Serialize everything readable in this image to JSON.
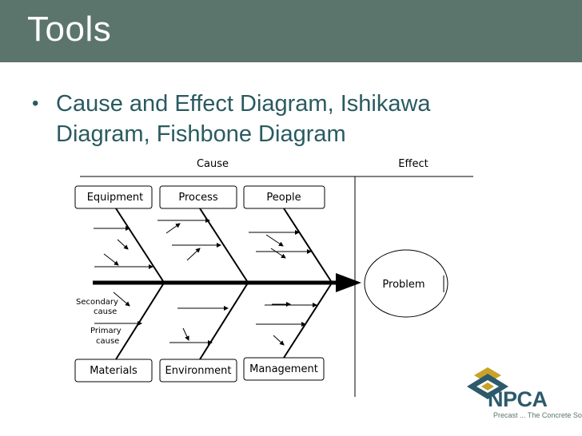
{
  "slide": {
    "title": "Tools",
    "bullet": "Cause and Effect Diagram, Ishikawa Diagram, Fishbone Diagram"
  },
  "diagram": {
    "cause_header": "Cause",
    "effect_header": "Effect",
    "effect_label": "Problem",
    "top_categories": [
      "Equipment",
      "Process",
      "People"
    ],
    "bottom_categories": [
      "Materials",
      "Environment",
      "Management"
    ],
    "legend": {
      "secondary_cause": [
        "Secondary",
        "cause"
      ],
      "primary_cause": [
        "Primary",
        "cause"
      ]
    }
  },
  "logo": {
    "name": "NPCA",
    "tagline": "Precast ... The Concrete Solution"
  },
  "colors": {
    "title_bar": "#5b756c",
    "bullet_text": "#2a5a60",
    "logo_navy": "#2c5a6b",
    "logo_gold": "#c9a227"
  }
}
